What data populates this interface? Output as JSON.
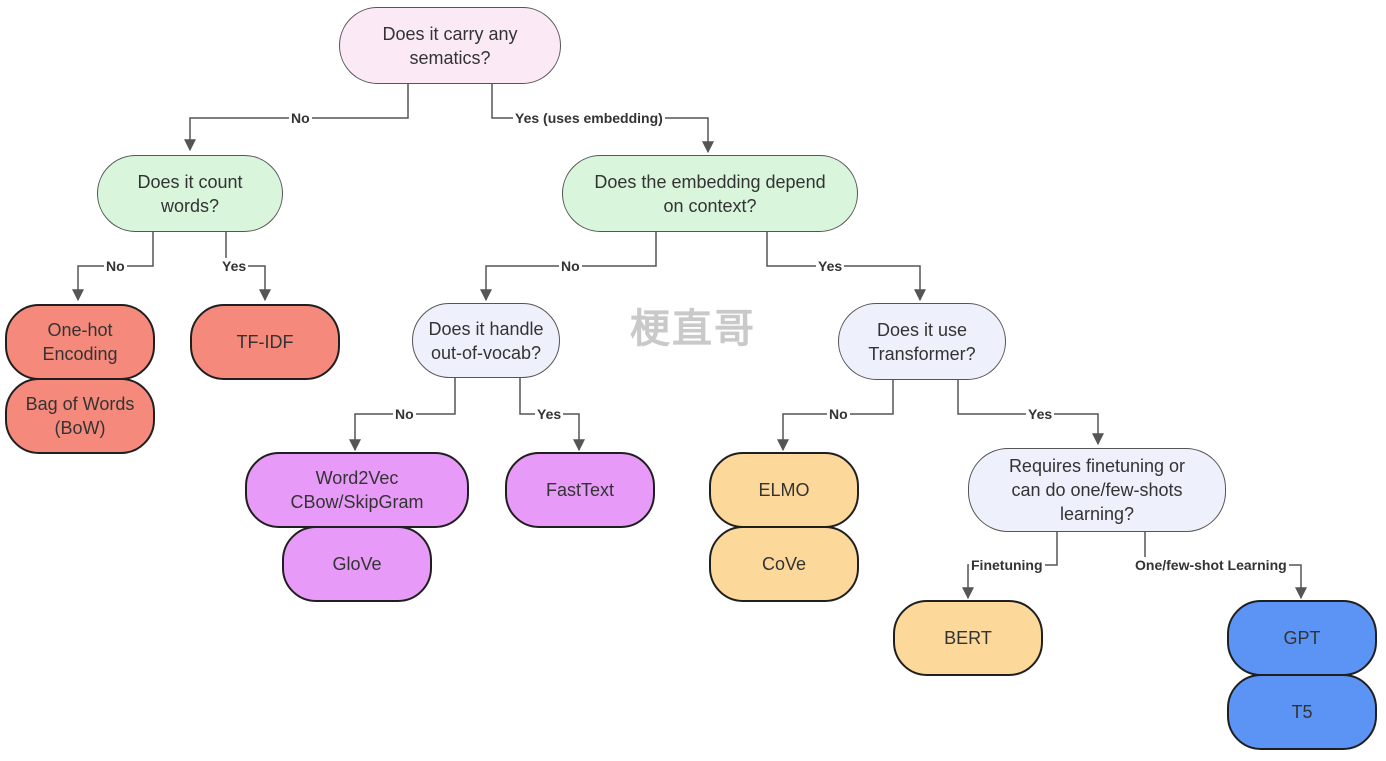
{
  "colors": {
    "root_fill": "#fbeaf6",
    "level1_fill": "#d9f5dc",
    "level2_fill": "#eef1fc",
    "salmon": "#f58a7c",
    "purple": "#e79af7",
    "peach": "#fcd89a",
    "blue": "#5b94f5",
    "line": "#555555"
  },
  "watermark": "梗直哥",
  "nodes": {
    "q_semantics": "Does it carry any\nsematics?",
    "q_count": "Does it count\nwords?",
    "q_context": "Does the embedding depend\non context?",
    "q_oov": "Does it handle\nout-of-vocab?",
    "q_transformer": "Does it use\nTransformer?",
    "q_finetune": "Requires finetuning or\ncan do one/few-shots\nlearning?",
    "onehot": "One-hot\nEncoding",
    "bow": "Bag of Words\n(BoW)",
    "tfidf": "TF-IDF",
    "word2vec": "Word2Vec\nCBow/SkipGram",
    "glove": "GloVe",
    "fasttext": "FastText",
    "elmo": "ELMO",
    "cove": "CoVe",
    "bert": "BERT",
    "gpt": "GPT",
    "t5": "T5"
  },
  "edge_labels": {
    "semantics_no": "No",
    "semantics_yes": "Yes (uses embedding)",
    "count_no": "No",
    "count_yes": "Yes",
    "context_no": "No",
    "context_yes": "Yes",
    "oov_no": "No",
    "oov_yes": "Yes",
    "transformer_no": "No",
    "transformer_yes": "Yes",
    "finetuning": "Finetuning",
    "oneshot": "One/few-shot Learning"
  }
}
